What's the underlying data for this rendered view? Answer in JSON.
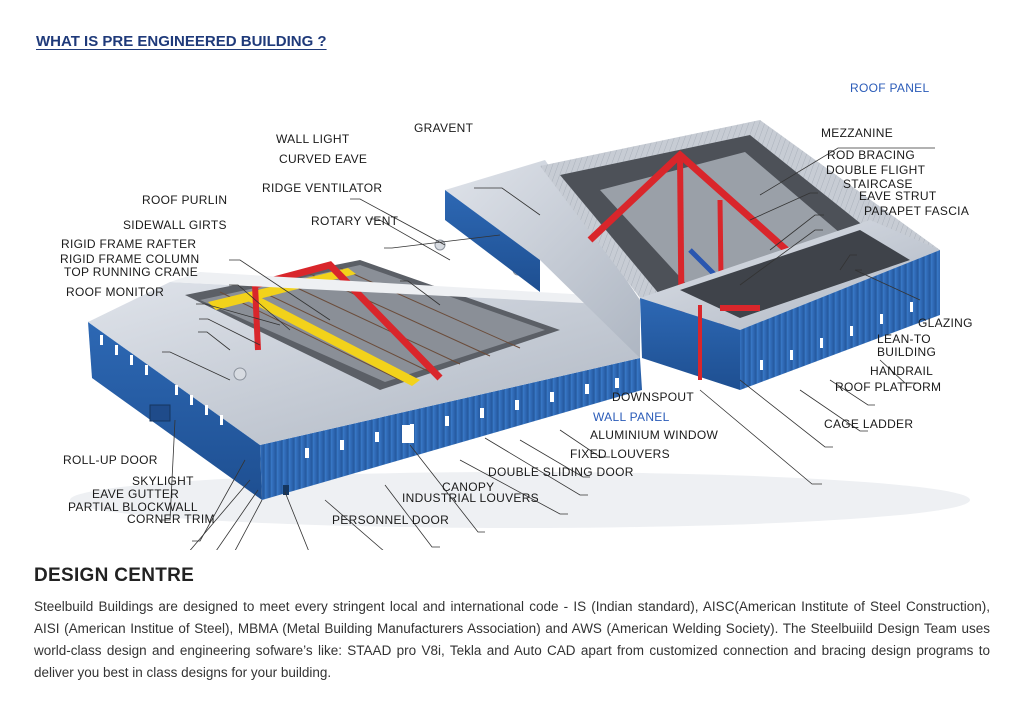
{
  "page": {
    "title": "WHAT IS PRE ENGINEERED BUILDING ?",
    "section_title": "DESIGN CENTRE",
    "body": "Steelbuild Buildings are designed to meet every stringent local and international code - IS (Indian standard), AISC(American Institute of Steel Construction), AISI (American Institue of Steel), MBMA (Metal Building Manufacturers Association) and AWS (American Welding Society). The Steelbuiild Design Team uses world-class design and engineering sofware’s like: STAAD pro V8i, Tekla and Auto CAD apart from customized connection and bracing design programs to deliver you best in class designs for your building."
  },
  "labels": {
    "roof_panel": "ROOF PANEL",
    "gravent": "GRAVENT",
    "wall_light": "WALL LIGHT",
    "curved_eave": "CURVED EAVE",
    "ridge_ventilator": "RIDGE VENTILATOR",
    "roof_purlin": "ROOF PURLIN",
    "rotary_vent": "ROTARY VENT",
    "sidewall_girts": "SIDEWALL GIRTS",
    "rigid_frame_rafter": "RIGID FRAME RAFTER",
    "rigid_frame_column": "RIGID FRAME COLUMN",
    "top_running_crane": "TOP RUNNING CRANE",
    "roof_monitor": "ROOF MONITOR",
    "mezzanine": "MEZZANINE",
    "rod_bracing": "ROD BRACING",
    "double_flight": "DOUBLE FLIGHT",
    "staircase": "STAIRCASE",
    "eave_strut": "EAVE STRUT",
    "parapet_fascia": "PARAPET FASCIA",
    "glazing": "GLAZING",
    "lean_to": "LEAN-TO",
    "building": "BUILDING",
    "handrail": "HANDRAIL",
    "roof_platform": "ROOF PLATFORM",
    "cage_ladder": "CAGE LADDER",
    "downspout": "DOWNSPOUT",
    "wall_panel": "WALL PANEL",
    "aluminium_window": "ALUMINIUM WINDOW",
    "fixed_louvers": "FIXED LOUVERS",
    "double_sliding_door": "DOUBLE SLIDING DOOR",
    "canopy": "CANOPY",
    "industrial_louvers": "INDUSTRIAL LOUVERS",
    "personnel_door": "PERSONNEL DOOR",
    "roll_up_door": "ROLL-UP DOOR",
    "skylight": "SKYLIGHT",
    "eave_gutter": "EAVE GUTTER",
    "partial_blockwall": "PARTIAL BLOCKWALL",
    "corner_trim": "CORNER TRIM"
  },
  "colors": {
    "title": "#1f3a7a",
    "highlight_label": "#2a5bb8",
    "wall_blue": "#2f6fbf",
    "roof_grey": "#c9ced6",
    "frame_red": "#d9262b",
    "crane_yellow": "#f2d21b"
  }
}
